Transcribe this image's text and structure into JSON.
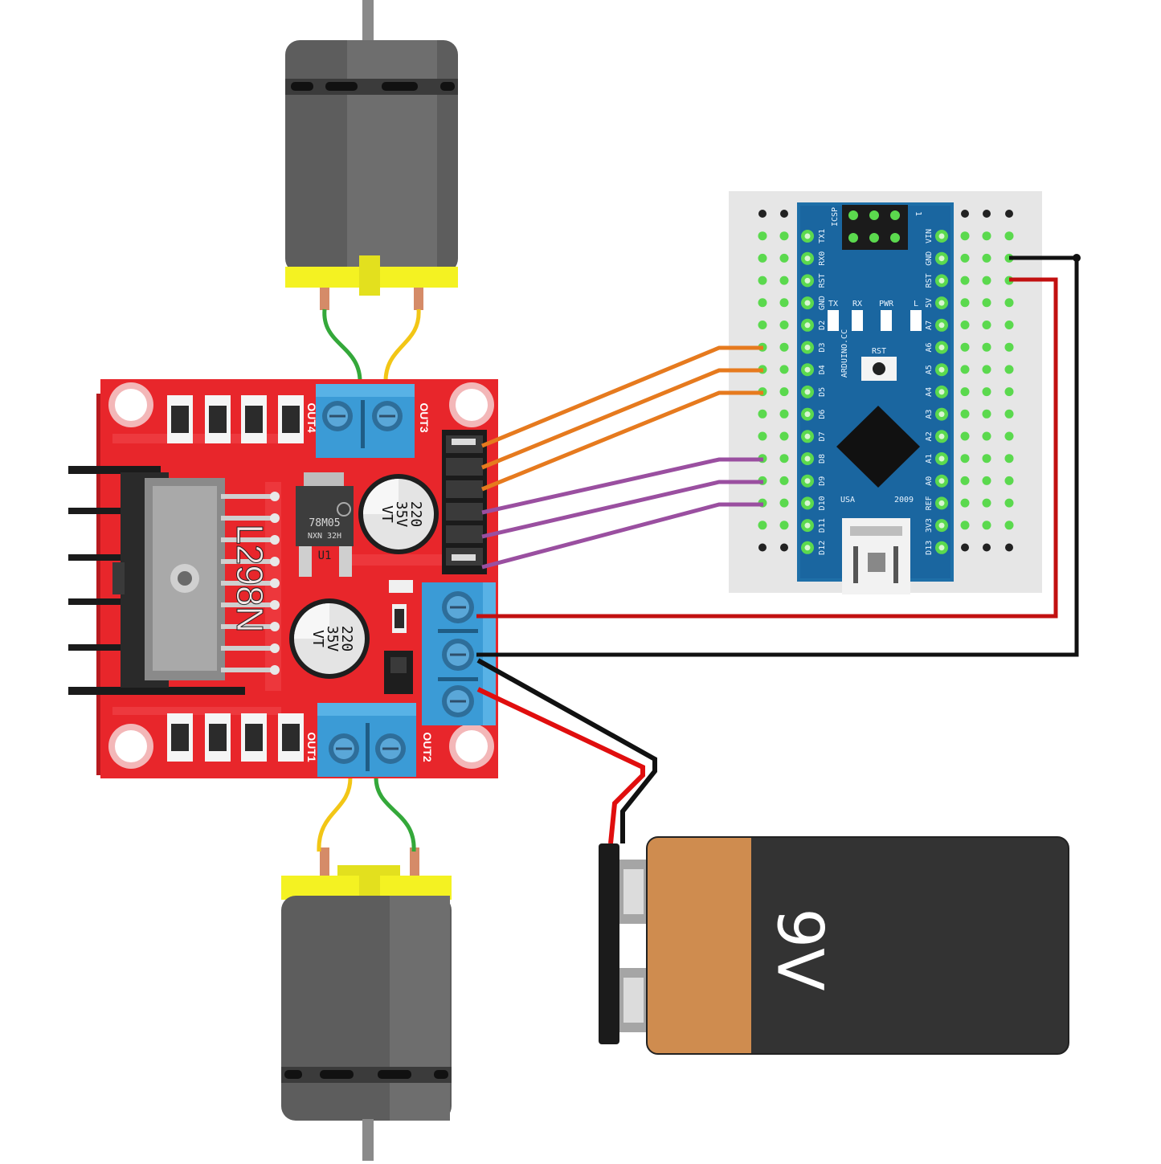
{
  "colors": {
    "pcb_red": "#e8262b",
    "terminal_blue": "#3b9bd6",
    "nano_blue": "#1e6fa8",
    "breadboard": "#e6e6e6",
    "motor_gray": "#5a5a5a",
    "motor_cap": "#f4f222",
    "battery_body": "#333333",
    "battery_cap": "#cf8c4f",
    "wire_orange": "#e67a1e",
    "wire_purple": "#9a4fa0",
    "wire_red": "#c21010",
    "wire_black": "#111111",
    "wire_green": "#34a83a",
    "wire_yellow": "#f2c616"
  },
  "driver": {
    "chip_label": "L298N",
    "regulator_label": "78M05",
    "regulator_code": "NXN 32H",
    "regulator_ref": "U1",
    "cap_values": [
      "220",
      "35V",
      "VT"
    ],
    "terminal_labels": [
      "OUT1",
      "OUT2",
      "OUT3",
      "OUT4"
    ]
  },
  "nano": {
    "left_pins": [
      "TX1",
      "RX0",
      "RST",
      "GND",
      "D2",
      "D3",
      "D4",
      "D5",
      "D6",
      "D7",
      "D8",
      "D9",
      "D10",
      "D11",
      "D12"
    ],
    "right_pins": [
      "VIN",
      "GND",
      "RST",
      "5V",
      "A7",
      "A6",
      "A5",
      "A4",
      "A3",
      "A2",
      "A1",
      "A0",
      "REF",
      "3V3",
      "D13"
    ],
    "icsp_label": "ICSP",
    "led_labels": [
      "TX",
      "RX",
      "PWR",
      "L"
    ],
    "rst_label": "RST",
    "brand": "ARDUINO.CC",
    "usa_label": "USA",
    "year": "2009",
    "icsp_pin1": "1"
  },
  "battery": {
    "label": "9V"
  }
}
